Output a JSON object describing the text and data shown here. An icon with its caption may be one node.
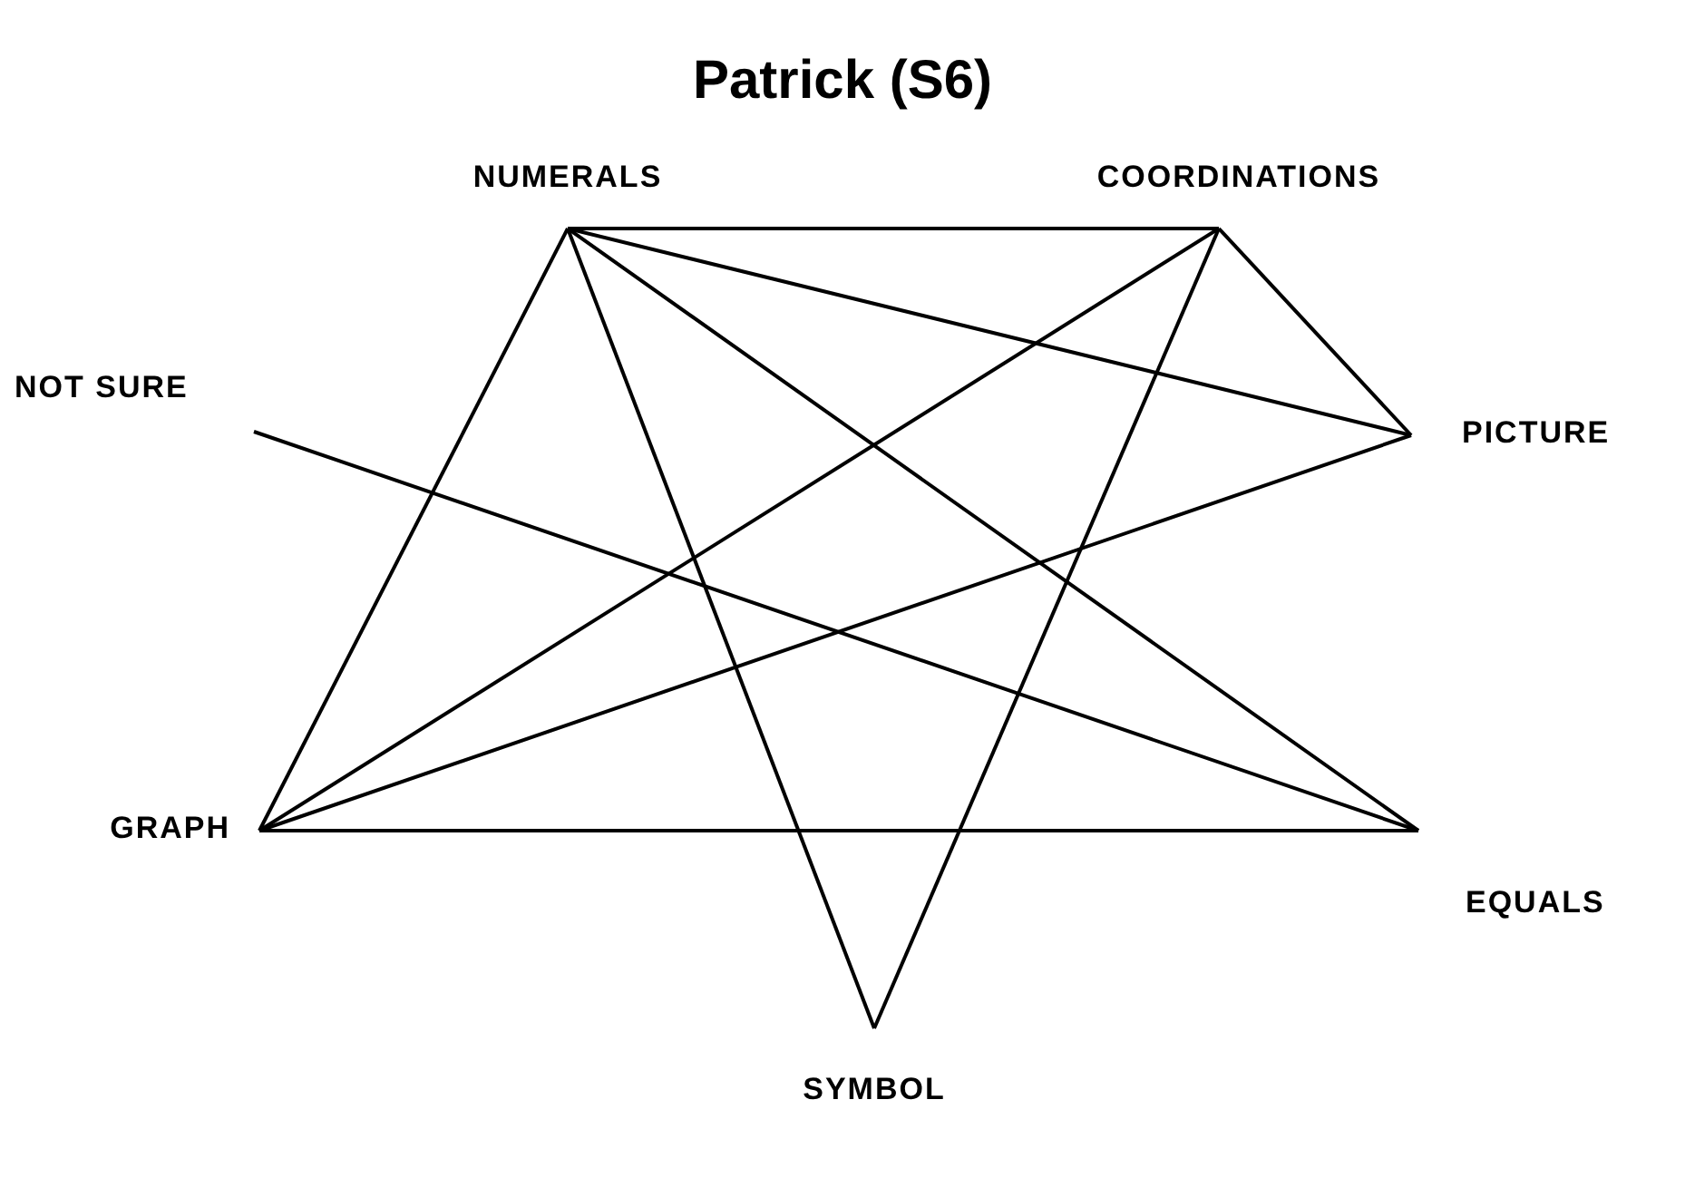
{
  "diagram": {
    "title": "Patrick (S6)",
    "nodes": [
      {
        "text": [
          "NUMERALS"
        ]
      },
      {
        "text": [
          "COORDINATIONS"
        ]
      },
      {
        "text": [
          "NOT SURE"
        ]
      },
      {
        "text": [
          "PICTURE"
        ]
      },
      {
        "text": [
          "GRAPH"
        ]
      },
      {
        "text": [
          "EQUALS"
        ]
      },
      {
        "text": [
          "SYMBOL"
        ]
      }
    ],
    "edges": [
      {
        "from": 0,
        "to": 1,
        "arrow": "none"
      },
      {
        "from": 0,
        "to": 4,
        "arrow": "none"
      },
      {
        "from": 0,
        "to": 6,
        "arrow": "none"
      },
      {
        "from": 0,
        "to": 5,
        "arrow": "none"
      },
      {
        "from": 0,
        "to": 3,
        "arrow": "none"
      },
      {
        "from": 1,
        "to": 4,
        "arrow": "none"
      },
      {
        "from": 1,
        "to": 6,
        "arrow": "none"
      },
      {
        "from": 1,
        "to": 3,
        "arrow": "none"
      },
      {
        "from": 3,
        "to": 4,
        "arrow": "none"
      },
      {
        "from": 4,
        "to": 5,
        "arrow": "none"
      },
      {
        "from": 2,
        "to": 5,
        "arrow": "none"
      }
    ]
  }
}
